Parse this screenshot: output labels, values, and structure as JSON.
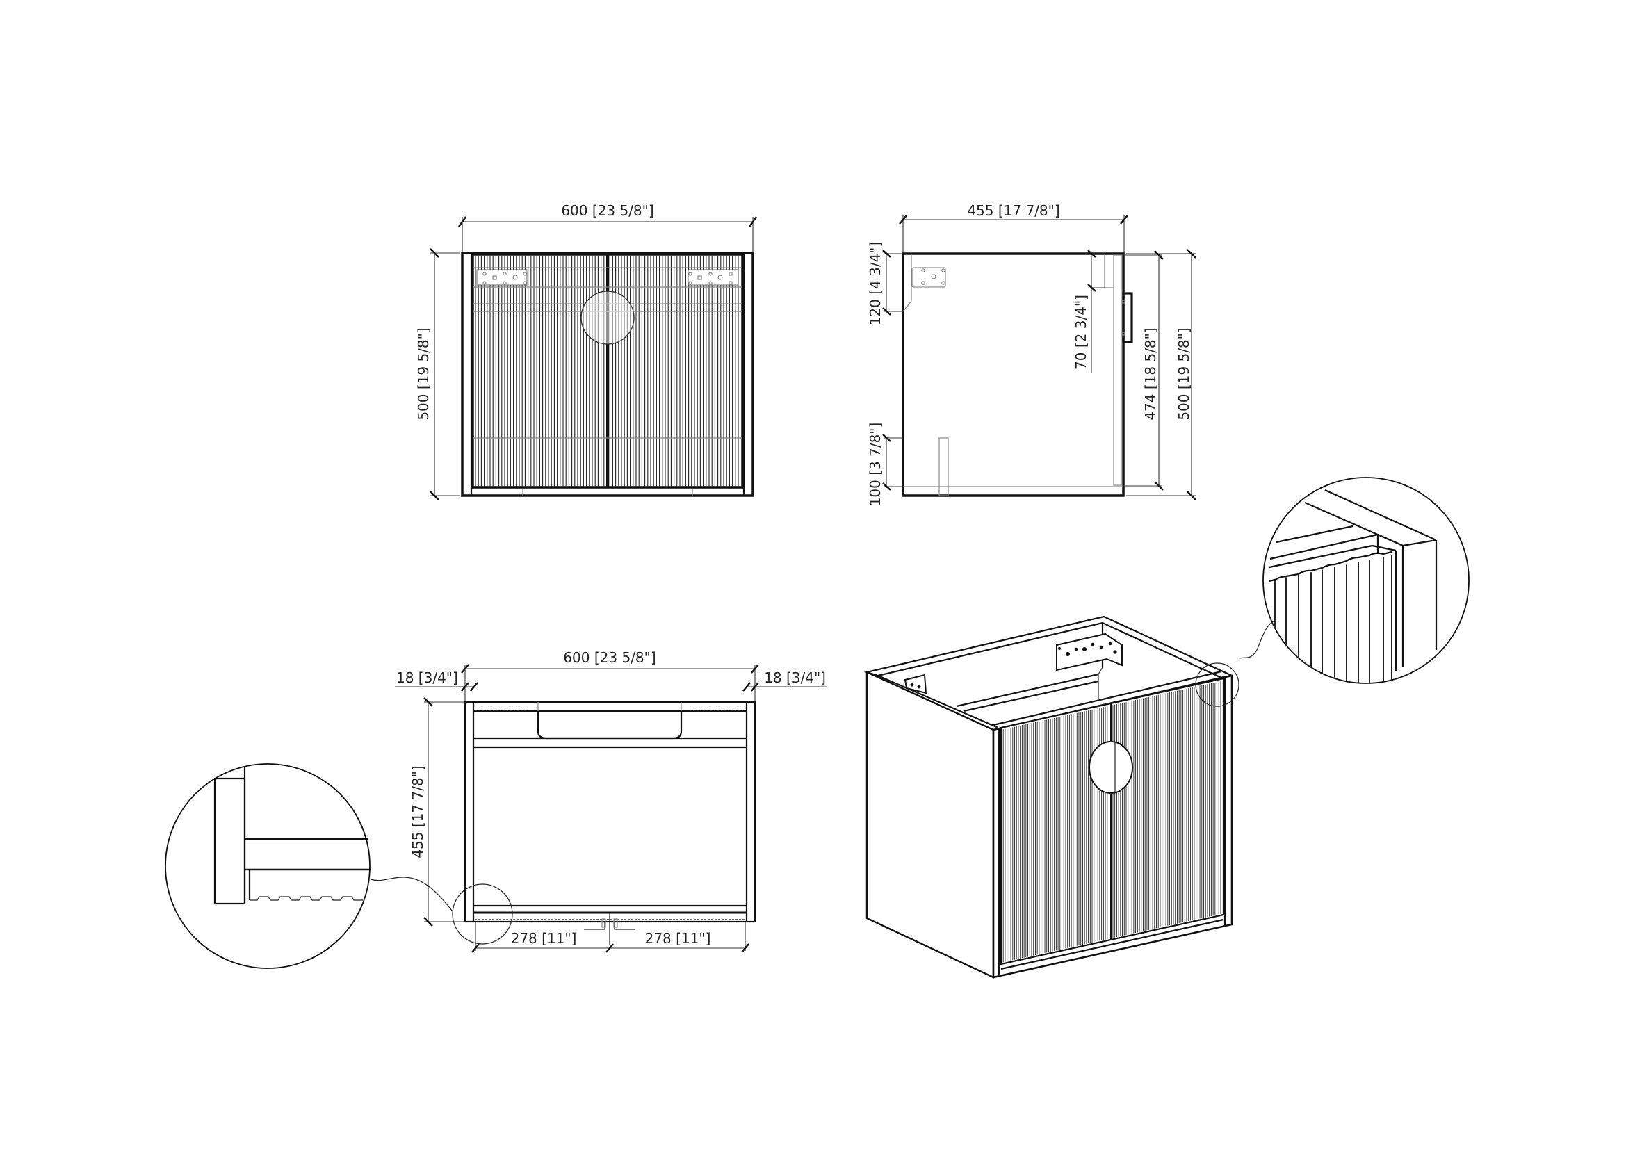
{
  "drawing": {
    "subject": "Wall-mounted vanity cabinet, 2 fluted doors",
    "background": "#ffffff",
    "line_color": "#111111"
  },
  "front_view": {
    "width_label": "600 [23 5/8\"]",
    "height_label": "500 [19 5/8\"]"
  },
  "side_view": {
    "depth_label": "455 [17 7/8\"]",
    "top_bracket_label": "120 [4 3/4\"]",
    "bottom_offset_label": "100 [3 7/8\"]",
    "rail_label": "70 [2 3/4\"]",
    "door_height_label": "474 [18 5/8\"]",
    "height_label": "500 [19 5/8\"]"
  },
  "plan_view": {
    "width_label": "600 [23 5/8\"]",
    "left_panel_label": "18 [3/4\"]",
    "right_panel_label": "18 [3/4\"]",
    "depth_label": "455 [17 7/8\"]",
    "left_door_label": "278 [11\"]",
    "right_door_label": "278 [11\"]"
  },
  "details": {
    "left_detail": "Plan corner detail — side panel, rail and fluted door edge",
    "right_detail": "Isometric corner detail — top rail and fluted door profile"
  },
  "isometric_view": {
    "description": "Open-top cabinet with two fluted doors and round handle cut-out"
  }
}
